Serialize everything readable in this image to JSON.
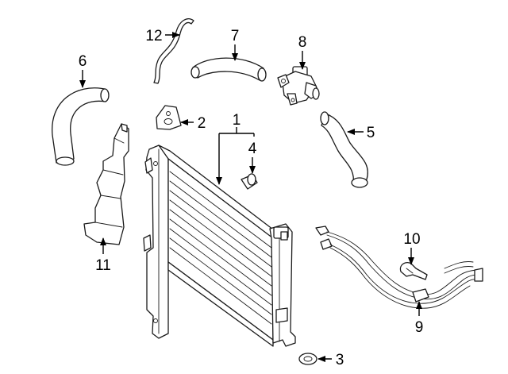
{
  "callouts": [
    {
      "id": "1",
      "label": "1",
      "part": "radiator"
    },
    {
      "id": "2",
      "label": "2",
      "part": "mounting-bracket"
    },
    {
      "id": "3",
      "label": "3",
      "part": "drain-plug-seal"
    },
    {
      "id": "4",
      "label": "4",
      "part": "drain-plug"
    },
    {
      "id": "5",
      "label": "5",
      "part": "lower-hose"
    },
    {
      "id": "6",
      "label": "6",
      "part": "upper-hose"
    },
    {
      "id": "7",
      "label": "7",
      "part": "bypass-hose"
    },
    {
      "id": "8",
      "label": "8",
      "part": "thermostat-housing"
    },
    {
      "id": "9",
      "label": "9",
      "part": "oil-cooler-lines"
    },
    {
      "id": "10",
      "label": "10",
      "part": "line-clip"
    },
    {
      "id": "11",
      "label": "11",
      "part": "air-deflector"
    },
    {
      "id": "12",
      "label": "12",
      "part": "vent-hose"
    }
  ],
  "colors": {
    "line": "#1a1a1a",
    "background": "#ffffff"
  }
}
